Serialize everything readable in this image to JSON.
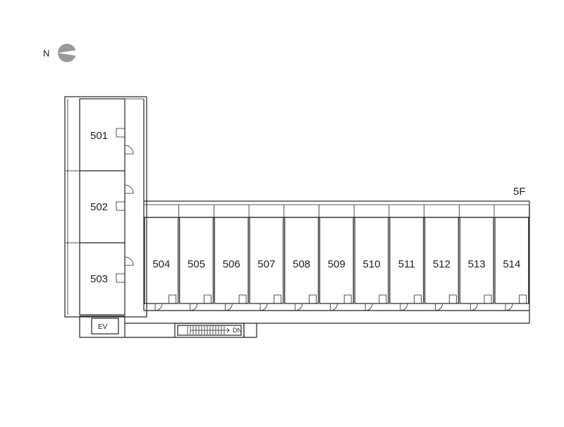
{
  "compass": {
    "label": "N",
    "icon": "north-arrow-icon"
  },
  "floor": {
    "label": "5F"
  },
  "rooms_west": [
    "501",
    "502",
    "503"
  ],
  "rooms_south": [
    "504",
    "505",
    "506",
    "507",
    "508",
    "509",
    "510",
    "511",
    "512",
    "513",
    "514"
  ],
  "elevator": {
    "label": "EV"
  },
  "stairs": {
    "label": "DN"
  },
  "colors": {
    "line": "#222222",
    "compass_fill": "#999999",
    "background": "#ffffff"
  }
}
